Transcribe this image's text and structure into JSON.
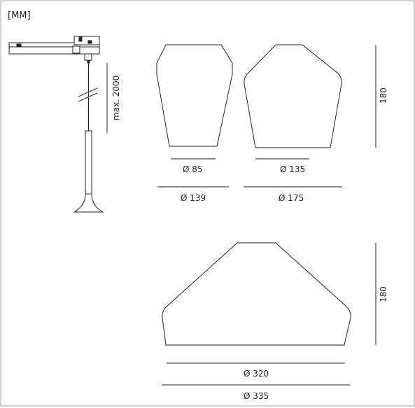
{
  "unit_label": "[MM]",
  "suspension": {
    "cable_length_label": "max. 2000"
  },
  "shade_small": {
    "top_diameter_label": "Ø 85",
    "bottom_diameter_label": "Ø 139"
  },
  "shade_medium": {
    "top_diameter_label": "Ø 135",
    "bottom_diameter_label": "Ø 175"
  },
  "shade_large": {
    "top_diameter_label": "Ø 320",
    "bottom_diameter_label": "Ø 335",
    "height_label": "180"
  },
  "shades_row_height_label": "180",
  "colors": {
    "line": "#222222",
    "frame": "#cfcfcf"
  }
}
